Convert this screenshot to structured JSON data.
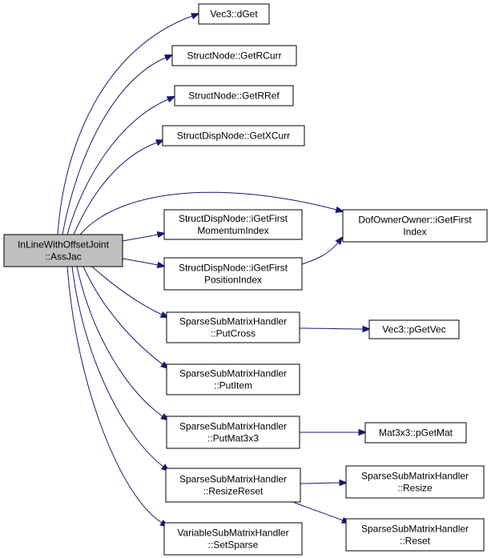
{
  "colors": {
    "edge": "#191970",
    "root_fill": "#bfbfbf",
    "node_fill": "#ffffff",
    "node_border": "#000000"
  },
  "nodes": [
    {
      "id": "root",
      "lines": [
        "InLineWithOffsetJoint",
        "::AssJac"
      ]
    },
    {
      "id": "vec3_dget",
      "lines": [
        "Vec3::dGet"
      ]
    },
    {
      "id": "structnode_getrcurr",
      "lines": [
        "StructNode::GetRCurr"
      ]
    },
    {
      "id": "structnode_getrref",
      "lines": [
        "StructNode::GetRRef"
      ]
    },
    {
      "id": "structdispnode_getxcurr",
      "lines": [
        "StructDispNode::GetXCurr"
      ]
    },
    {
      "id": "dofownerowner_igetfirstindex",
      "lines": [
        "DofOwnerOwner::iGetFirst",
        "Index"
      ]
    },
    {
      "id": "structdispnode_igetfirstmomentumindex",
      "lines": [
        "StructDispNode::iGetFirst",
        "MomentumIndex"
      ]
    },
    {
      "id": "structdispnode_igetfirstpositionindex",
      "lines": [
        "StructDispNode::iGetFirst",
        "PositionIndex"
      ]
    },
    {
      "id": "sparsesubmatrixhandler_putcross",
      "lines": [
        "SparseSubMatrixHandler",
        "::PutCross"
      ]
    },
    {
      "id": "vec3_pgetvec",
      "lines": [
        "Vec3::pGetVec"
      ]
    },
    {
      "id": "sparsesubmatrixhandler_putitem",
      "lines": [
        "SparseSubMatrixHandler",
        "::PutItem"
      ]
    },
    {
      "id": "sparsesubmatrixhandler_putmat3x3",
      "lines": [
        "SparseSubMatrixHandler",
        "::PutMat3x3"
      ]
    },
    {
      "id": "mat3x3_pgetmat",
      "lines": [
        "Mat3x3::pGetMat"
      ]
    },
    {
      "id": "sparsesubmatrixhandler_resizereset",
      "lines": [
        "SparseSubMatrixHandler",
        "::ResizeReset"
      ]
    },
    {
      "id": "sparsesubmatrixhandler_resize",
      "lines": [
        "SparseSubMatrixHandler",
        "::Resize"
      ]
    },
    {
      "id": "sparsesubmatrixhandler_reset",
      "lines": [
        "SparseSubMatrixHandler",
        "::Reset"
      ]
    },
    {
      "id": "variablesubmatrixhandler_setsparse",
      "lines": [
        "VariableSubMatrixHandler",
        "::SetSparse"
      ]
    }
  ],
  "edges": [
    {
      "from": "root",
      "to": "vec3_dget"
    },
    {
      "from": "root",
      "to": "structnode_getrcurr"
    },
    {
      "from": "root",
      "to": "structnode_getrref"
    },
    {
      "from": "root",
      "to": "structdispnode_getxcurr"
    },
    {
      "from": "root",
      "to": "dofownerowner_igetfirstindex"
    },
    {
      "from": "root",
      "to": "structdispnode_igetfirstmomentumindex"
    },
    {
      "from": "root",
      "to": "structdispnode_igetfirstpositionindex"
    },
    {
      "from": "root",
      "to": "sparsesubmatrixhandler_putcross"
    },
    {
      "from": "root",
      "to": "sparsesubmatrixhandler_putitem"
    },
    {
      "from": "root",
      "to": "sparsesubmatrixhandler_putmat3x3"
    },
    {
      "from": "root",
      "to": "sparsesubmatrixhandler_resizereset"
    },
    {
      "from": "root",
      "to": "variablesubmatrixhandler_setsparse"
    },
    {
      "from": "structdispnode_igetfirstpositionindex",
      "to": "dofownerowner_igetfirstindex"
    },
    {
      "from": "sparsesubmatrixhandler_putcross",
      "to": "vec3_pgetvec"
    },
    {
      "from": "sparsesubmatrixhandler_putmat3x3",
      "to": "mat3x3_pgetmat"
    },
    {
      "from": "sparsesubmatrixhandler_resizereset",
      "to": "sparsesubmatrixhandler_resize"
    },
    {
      "from": "sparsesubmatrixhandler_resizereset",
      "to": "sparsesubmatrixhandler_reset"
    }
  ]
}
